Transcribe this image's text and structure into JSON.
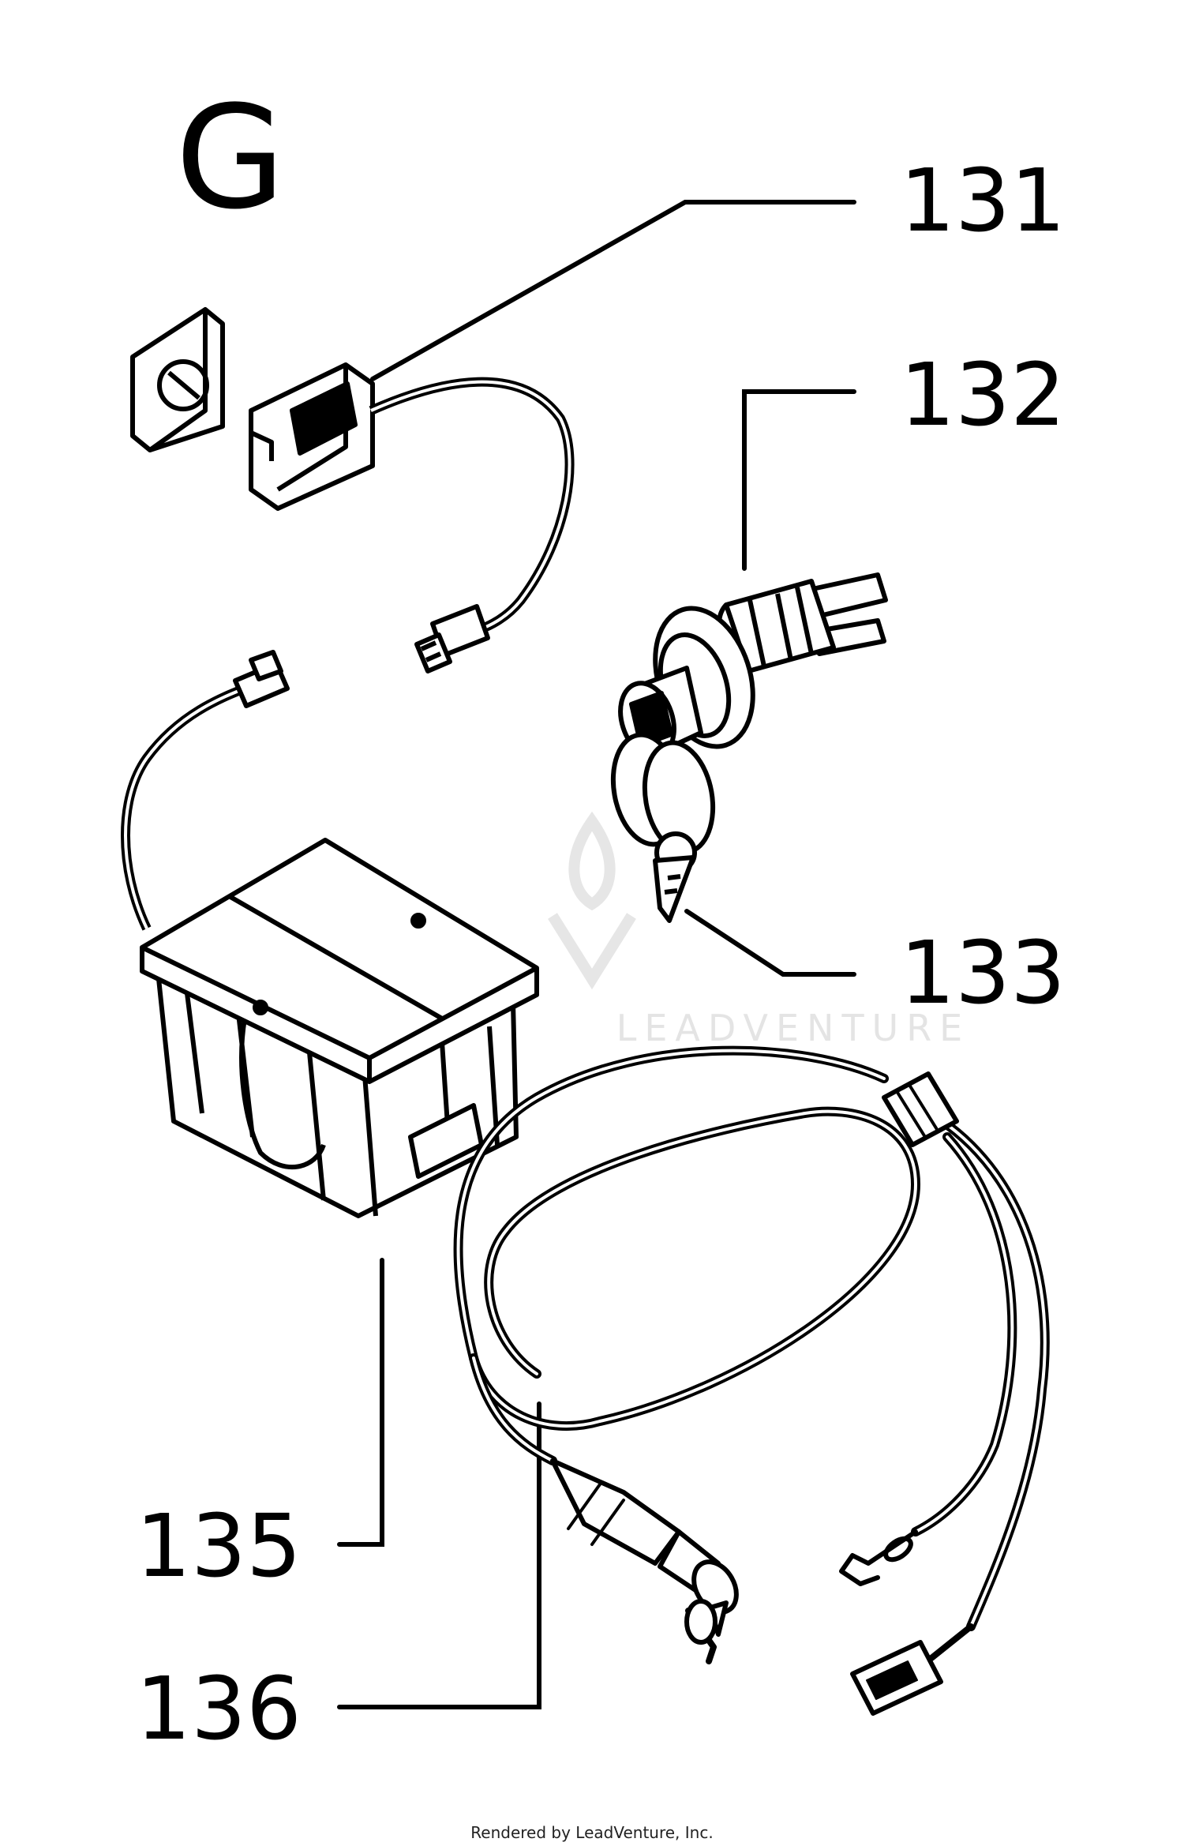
{
  "diagram": {
    "section_letter": "G",
    "callouts": [
      {
        "id": "131",
        "text": "131"
      },
      {
        "id": "132",
        "text": "132"
      },
      {
        "id": "133",
        "text": "133"
      },
      {
        "id": "135",
        "text": "135"
      },
      {
        "id": "136",
        "text": "136"
      }
    ],
    "watermark": "LEADVENTURE",
    "footer": "Rendered by LeadVenture, Inc."
  },
  "colors": {
    "line": "#000000",
    "watermark": "#e4e4e4"
  }
}
